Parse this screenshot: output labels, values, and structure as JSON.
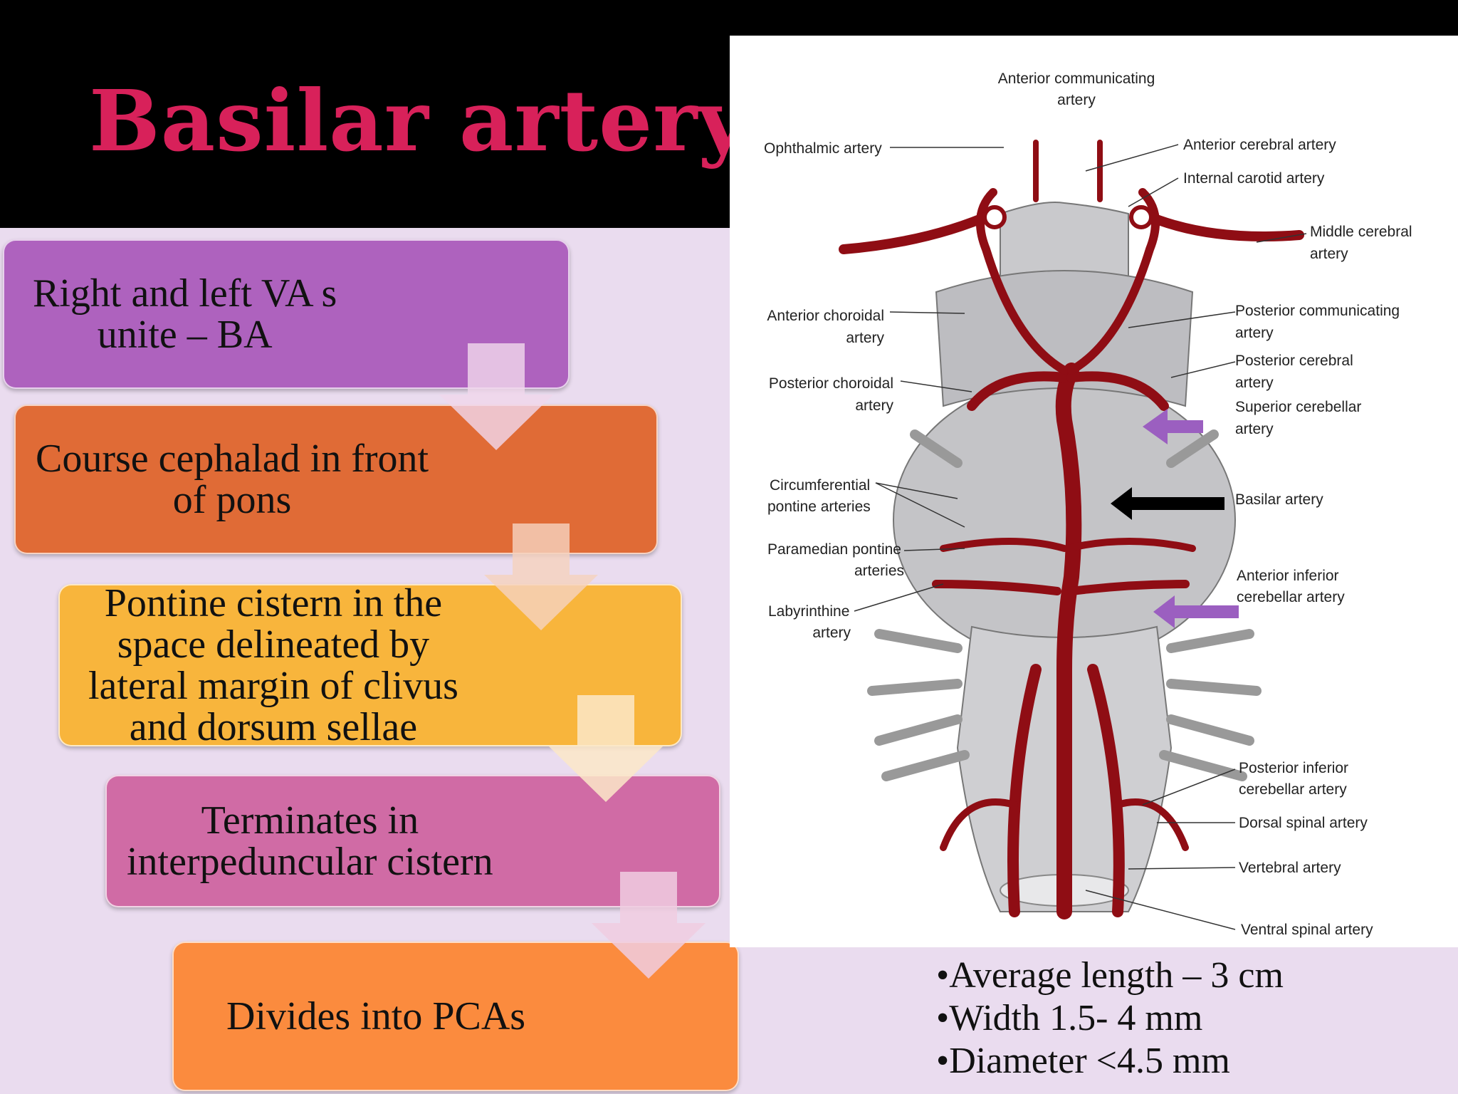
{
  "slide": {
    "title": "Basilar artery"
  },
  "flow": [
    {
      "text": "Right and left VA s\nunite – BA",
      "color": "#ae62be"
    },
    {
      "text": "Course cephalad in front\nof pons",
      "color": "#e06b36"
    },
    {
      "text": "Pontine cistern in the\nspace delineated by\nlateral margin of clivus\nand dorsum sellae",
      "color": "#f8b53c"
    },
    {
      "text": "Terminates in\ninterpeduncular cistern",
      "color": "#d06ba5"
    },
    {
      "text": "Divides into PCAs",
      "color": "#fb8b3e"
    }
  ],
  "figure": {
    "labels": {
      "acom": [
        "Anterior communicating",
        "artery"
      ],
      "ophthalmic": "Ophthalmic artery",
      "aca": "Anterior cerebral artery",
      "ica": "Internal carotid artery",
      "mca": [
        "Middle cerebral",
        "artery"
      ],
      "ant_choroidal": [
        "Anterior choroidal",
        "artery"
      ],
      "pcom": [
        "Posterior communicating",
        "artery"
      ],
      "pca": [
        "Posterior cerebral",
        "artery"
      ],
      "post_choroidal": [
        "Posterior choroidal",
        "artery"
      ],
      "sca": [
        "Superior cerebellar",
        "artery"
      ],
      "circumferential": [
        "Circumferential",
        "pontine arteries"
      ],
      "basilar": "Basilar artery",
      "paramedian": [
        "Paramedian pontine",
        "arteries"
      ],
      "aica": [
        "Anterior inferior",
        "cerebellar artery"
      ],
      "labyrinthine": [
        "Labyrinthine",
        "artery"
      ],
      "pica": [
        "Posterior inferior",
        "cerebellar artery"
      ],
      "dorsal_spinal": "Dorsal spinal artery",
      "vertebral": "Vertebral artery",
      "ventral_spinal": "Ventral spinal artery"
    },
    "colors": {
      "artery": "#8f0d14",
      "pointer_purple": "#9b5fc0",
      "pointer_black": "#000000"
    }
  },
  "facts": [
    "•Average  length – 3 cm",
    "•Width 1.5- 4 mm",
    "•Diameter <4.5 mm"
  ]
}
